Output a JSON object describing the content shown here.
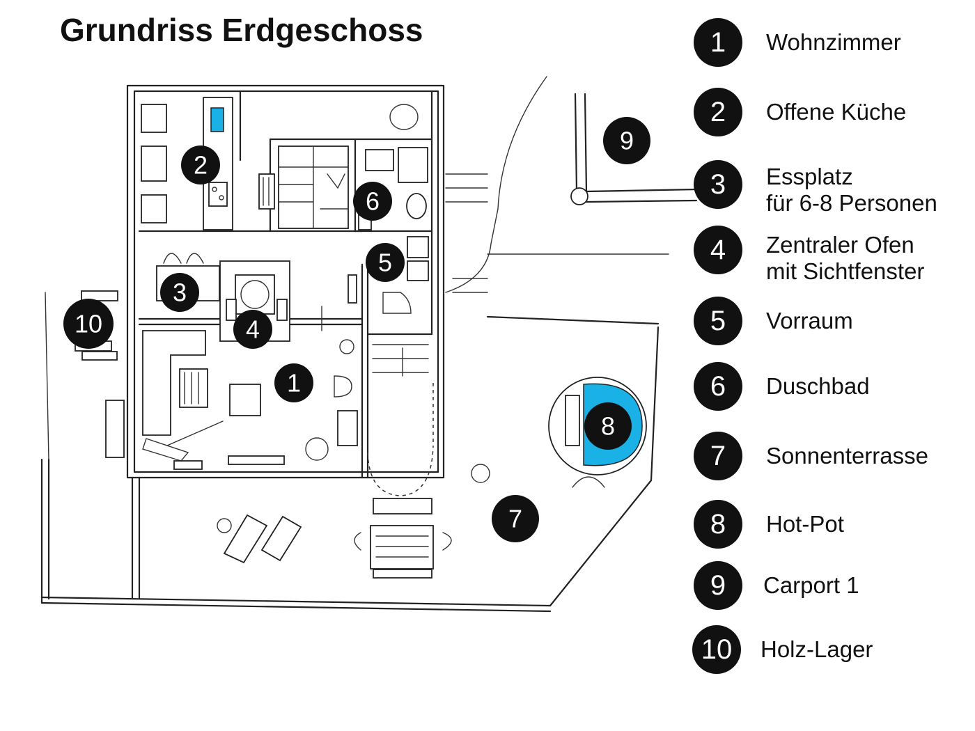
{
  "title": "Grundriss Erdgeschoss",
  "colors": {
    "accent": "#1ab2e6",
    "marker": "#111111",
    "line": "#222222"
  },
  "legend": [
    {
      "num": "1",
      "lines": [
        "Wohnzimmer"
      ]
    },
    {
      "num": "2",
      "lines": [
        "Offene Küche"
      ]
    },
    {
      "num": "3",
      "lines": [
        "Essplatz",
        "für 6-8 Personen"
      ]
    },
    {
      "num": "4",
      "lines": [
        "Zentraler Ofen",
        "mit Sichtfenster"
      ]
    },
    {
      "num": "5",
      "lines": [
        "Vorraum"
      ]
    },
    {
      "num": "6",
      "lines": [
        "Duschbad"
      ]
    },
    {
      "num": "7",
      "lines": [
        "Sonnenterrasse"
      ]
    },
    {
      "num": "8",
      "lines": [
        "Hot-Pot"
      ]
    },
    {
      "num": "9",
      "lines": [
        "Carport 1"
      ]
    },
    {
      "num": "10",
      "lines": [
        "Holz-Lager"
      ]
    }
  ],
  "markers": {
    "m1": "1",
    "m2": "2",
    "m3": "3",
    "m4": "4",
    "m5": "5",
    "m6": "6",
    "m7": "7",
    "m8": "8",
    "m9": "9",
    "m10": "10"
  }
}
